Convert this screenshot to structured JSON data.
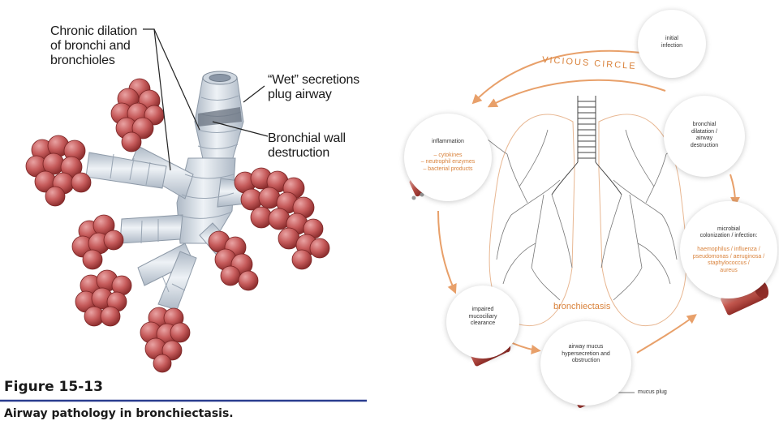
{
  "left_panel": {
    "label_chronic": "Chronic dilation\nof bronchi and\nbronchioles",
    "label_wet": "“Wet” secretions\nplug airway",
    "label_wall": "Bronchial wall\ndestruction",
    "figure_number": "Figure 15-13",
    "figure_caption": "Airway pathology in bronchiectasis.",
    "rule_color": "#2a3d8f"
  },
  "right_panel": {
    "cycle_title": "VICIOUS CIRCLE",
    "center_label": "bronchiectasis",
    "accent_color": "#e8a06a",
    "nodes": [
      {
        "id": "initial",
        "title": "initial\ninfection",
        "sub": ""
      },
      {
        "id": "dilatation",
        "title": "bronchial\ndilatation /\nairway\ndestruction",
        "sub": ""
      },
      {
        "id": "microbial",
        "title": "microbial\ncolonization / infection:",
        "sub": "haemophilus / influenza /\npseudomonas / aeruginosa /\nstaphylococcus /\naureus"
      },
      {
        "id": "mucus",
        "title": "airway mucus\nhypersecretion and\nobstruction",
        "sub": ""
      },
      {
        "id": "impaired",
        "title": "impaired\nmucociliary\nclearance",
        "sub": ""
      },
      {
        "id": "inflammation",
        "title": "inflammation",
        "sub": "– cytokines\n– neutrophil enzymes\n– bacterial products"
      }
    ],
    "mucus_plug_label": "mucus plug"
  }
}
